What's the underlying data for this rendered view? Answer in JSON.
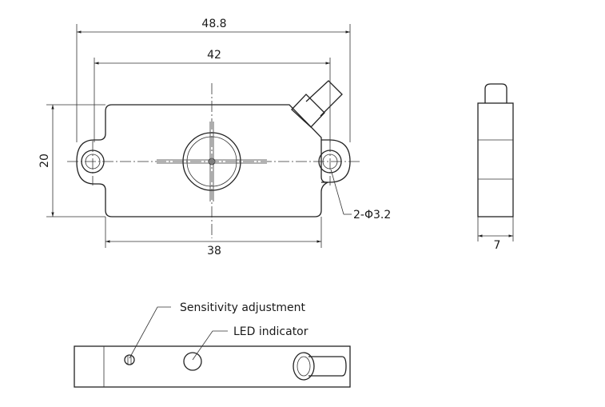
{
  "dimensions": {
    "overall_width": "48.8",
    "hole_spacing": "42",
    "body_width": "38",
    "height": "20",
    "holes": "2-Φ3.2",
    "thickness": "7"
  },
  "callouts": {
    "sensitivity": "Sensitivity adjustment",
    "led": "LED indicator"
  },
  "colors": {
    "line": "#222222",
    "background": "#ffffff"
  }
}
